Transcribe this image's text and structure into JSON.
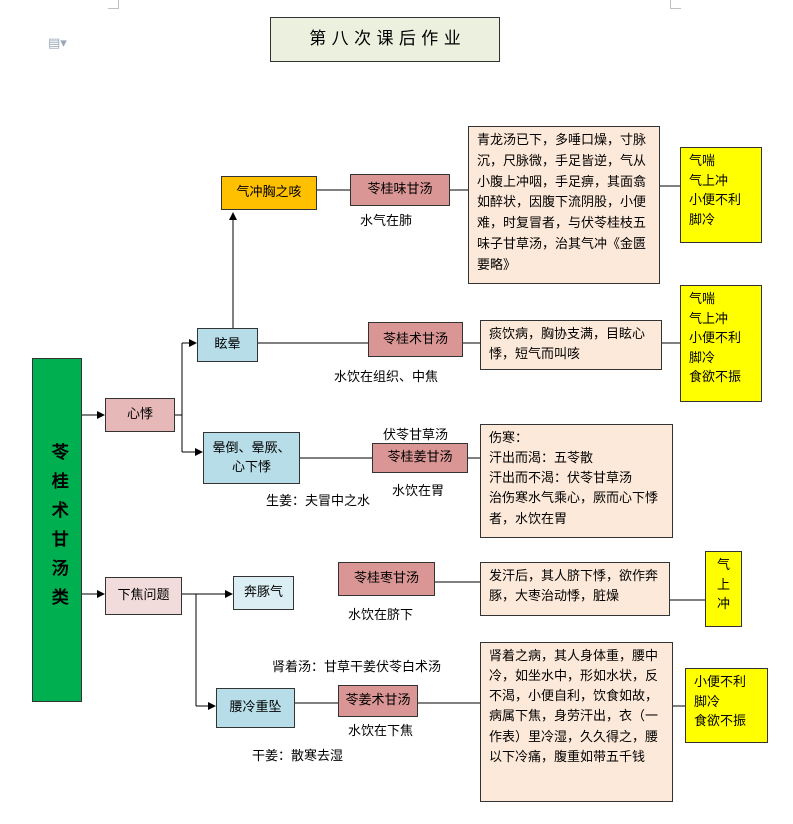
{
  "title": "第 八 次 课 后 作 业",
  "root": "苓桂术甘汤类",
  "l1": {
    "xinji": "心悸",
    "xiajiao": "下焦问题"
  },
  "l2": {
    "xuanyun": "眩晕",
    "yundao": "晕倒、晕厥、心下悸",
    "qichong": "气冲胸之咳",
    "bentun": "奔豚气",
    "yaoleng": "腰冷重坠"
  },
  "formulas": {
    "lingguiwei": {
      "name": "苓桂味甘汤",
      "note": "水气在肺"
    },
    "lingguizhu": {
      "name": "苓桂术甘汤",
      "note": "水饮在组织、中焦"
    },
    "lingguijiang": {
      "name": "苓桂姜甘汤",
      "above": "伏苓甘草汤",
      "note": "水饮在胃",
      "side": "生姜：夫冒中之水"
    },
    "lingguizao": {
      "name": "苓桂枣甘汤",
      "note": "水饮在脐下"
    },
    "lingjiangzhu": {
      "name": "苓姜术甘汤",
      "above": "肾着汤：甘草干姜伏苓白术汤",
      "note": "水饮在下焦",
      "side": "干姜：散寒去湿"
    }
  },
  "descriptions": {
    "d1": "青龙汤已下，多唾口燥，寸脉沉，尺脉微，手足皆逆，气从小腹上冲咽，手足痹，其面翕如醉状，因腹下流阴股，小便难，时复冒者，与伏苓桂枝五味子甘草汤，治其气冲《金匮要略》",
    "d2": "痰饮病，胸协支满，目眩心悸，短气而叫咳",
    "d3": "伤寒：\n汗出而渴：五苓散\n汗出而不渴：伏苓甘草汤\n治伤寒水气乘心，厥而心下悸者，水饮在胃",
    "d4": "发汗后，其人脐下悸，欲作奔豚，大枣治动悸，脏燥",
    "d5": "肾着之病，其人身体重，腰中冷，如坐水中，形如水状，反不渴，小便自利，饮食如故，病属下焦，身劳汗出，衣（一作表）里冷湿，久久得之，腰以下冷痛，腹重如带五千钱"
  },
  "symptoms": {
    "s1": "气喘\n气上冲\n小便不利\n脚冷",
    "s2": "气喘\n气上冲\n小便不利\n脚冷\n食欲不振",
    "s3": "气\n上\n冲",
    "s4": "小便不利\n脚冷\n食欲不振"
  },
  "colors": {
    "title_bg": "#ebf1de",
    "root_bg": "#00b050",
    "pink": "#e6b9b8",
    "light_pink": "#f2dcdb",
    "light_blue": "#b7dee8",
    "orange": "#ffc000",
    "formula_bg": "#d99694",
    "desc_bg": "#fde9d9",
    "yellow": "#ffff00"
  }
}
